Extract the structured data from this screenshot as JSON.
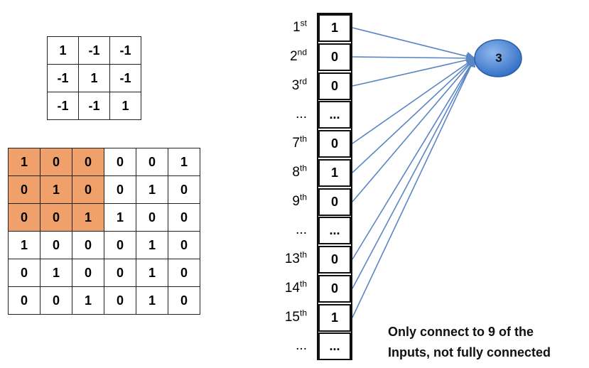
{
  "filter": {
    "rows": [
      [
        "1",
        "-1",
        "-1"
      ],
      [
        "-1",
        "1",
        "-1"
      ],
      [
        "-1",
        "-1",
        "1"
      ]
    ]
  },
  "image": {
    "rows": [
      [
        "1",
        "0",
        "0",
        "0",
        "0",
        "1"
      ],
      [
        "0",
        "1",
        "0",
        "0",
        "1",
        "0"
      ],
      [
        "0",
        "0",
        "1",
        "1",
        "0",
        "0"
      ],
      [
        "1",
        "0",
        "0",
        "0",
        "1",
        "0"
      ],
      [
        "0",
        "1",
        "0",
        "0",
        "1",
        "0"
      ],
      [
        "0",
        "0",
        "1",
        "0",
        "1",
        "0"
      ]
    ],
    "highlight_color": "#f0a06a"
  },
  "vector": {
    "entries": [
      {
        "num": "1",
        "suffix": "st",
        "value": "1"
      },
      {
        "num": "2",
        "suffix": "nd",
        "value": "0"
      },
      {
        "num": "3",
        "suffix": "rd",
        "value": "0"
      },
      {
        "num": "...",
        "suffix": "",
        "value": "..."
      },
      {
        "num": "7",
        "suffix": "th",
        "value": "0"
      },
      {
        "num": "8",
        "suffix": "th",
        "value": "1"
      },
      {
        "num": "9",
        "suffix": "th",
        "value": "0"
      },
      {
        "num": "...",
        "suffix": "",
        "value": "..."
      },
      {
        "num": "13",
        "suffix": "th",
        "value": "0"
      },
      {
        "num": "14",
        "suffix": "th",
        "value": "0"
      },
      {
        "num": "15",
        "suffix": "th",
        "value": "1"
      },
      {
        "num": "...",
        "suffix": "",
        "value": "..."
      }
    ],
    "connected_indices": [
      0,
      1,
      2,
      4,
      5,
      6,
      8,
      9,
      10
    ]
  },
  "node": {
    "label": "3",
    "color": "#4a86d6"
  },
  "line_color": "#5b86c4",
  "caption": {
    "line1": "Only connect to 9 of the",
    "line2": "Inputs, not fully connected"
  }
}
